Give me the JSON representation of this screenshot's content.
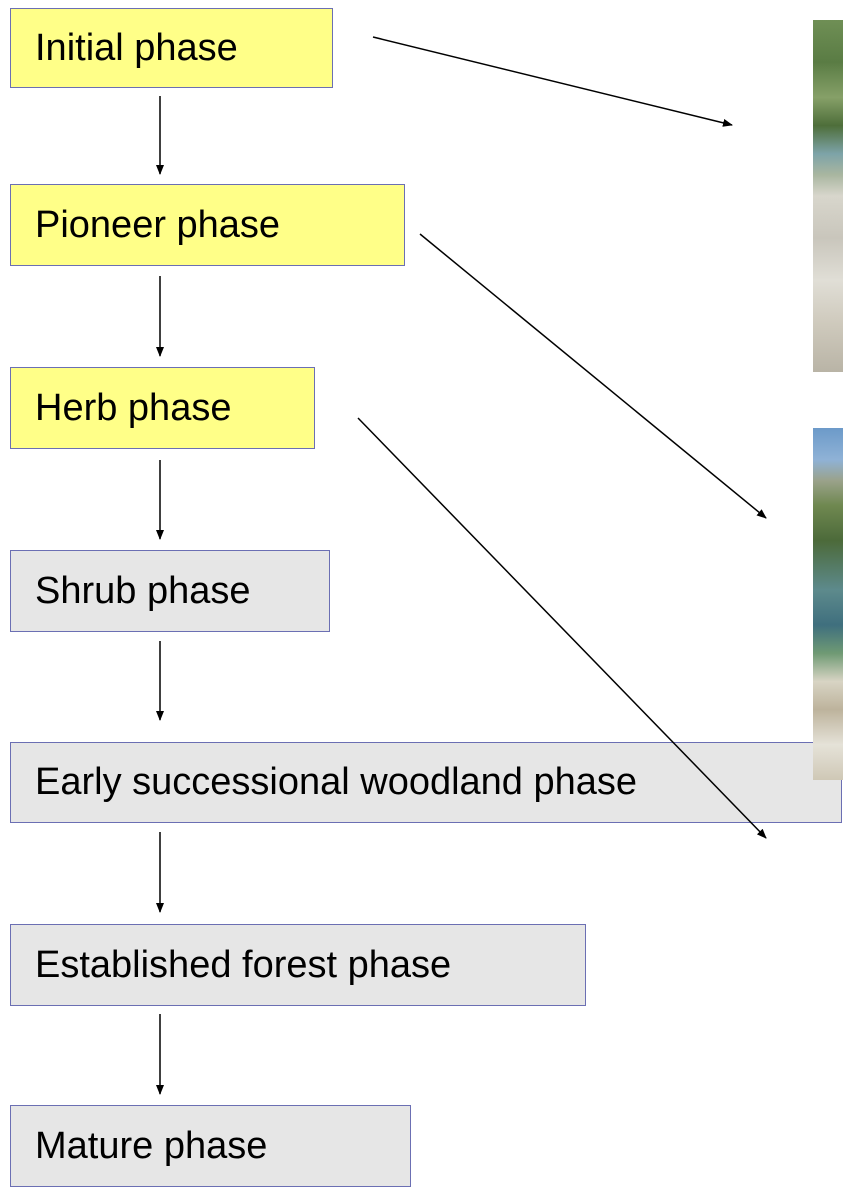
{
  "diagram": {
    "phases": [
      {
        "label": "Initial phase",
        "highlight": true
      },
      {
        "label": "Pioneer phase",
        "highlight": true
      },
      {
        "label": "Herb phase",
        "highlight": true
      },
      {
        "label": "Shrub phase",
        "highlight": false
      },
      {
        "label": "Early successional woodland phase",
        "highlight": false
      },
      {
        "label": "Established forest phase",
        "highlight": false
      },
      {
        "label": "Mature phase",
        "highlight": false
      }
    ],
    "colors": {
      "highlight_fill": "#ffff88",
      "default_fill": "#e6e6e6",
      "box_border": "#6b6fb3",
      "arrow": "#000000"
    },
    "photos": [
      {
        "name": "riverbed-gravel-photo"
      },
      {
        "name": "riverbank-vegetation-photo"
      }
    ]
  }
}
